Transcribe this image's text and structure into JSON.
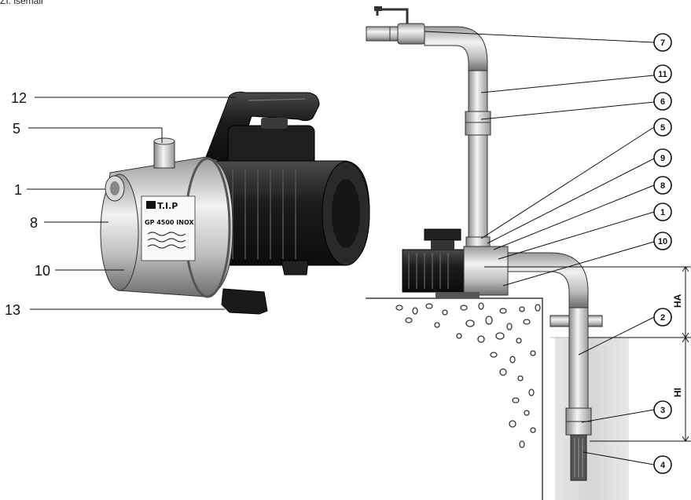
{
  "header_fragment": "ZI. isemail",
  "pump_callouts": [
    "12",
    "5",
    "1",
    "8",
    "10",
    "13"
  ],
  "install_callouts": [
    "7",
    "11",
    "6",
    "5",
    "9",
    "8",
    "1",
    "10",
    "2",
    "3",
    "4"
  ],
  "nameplate": {
    "brand": "T.I.P",
    "model": "GP 4500 INOX"
  },
  "dimensions": {
    "suction_height": "HA",
    "immersion_depth": "HI"
  }
}
